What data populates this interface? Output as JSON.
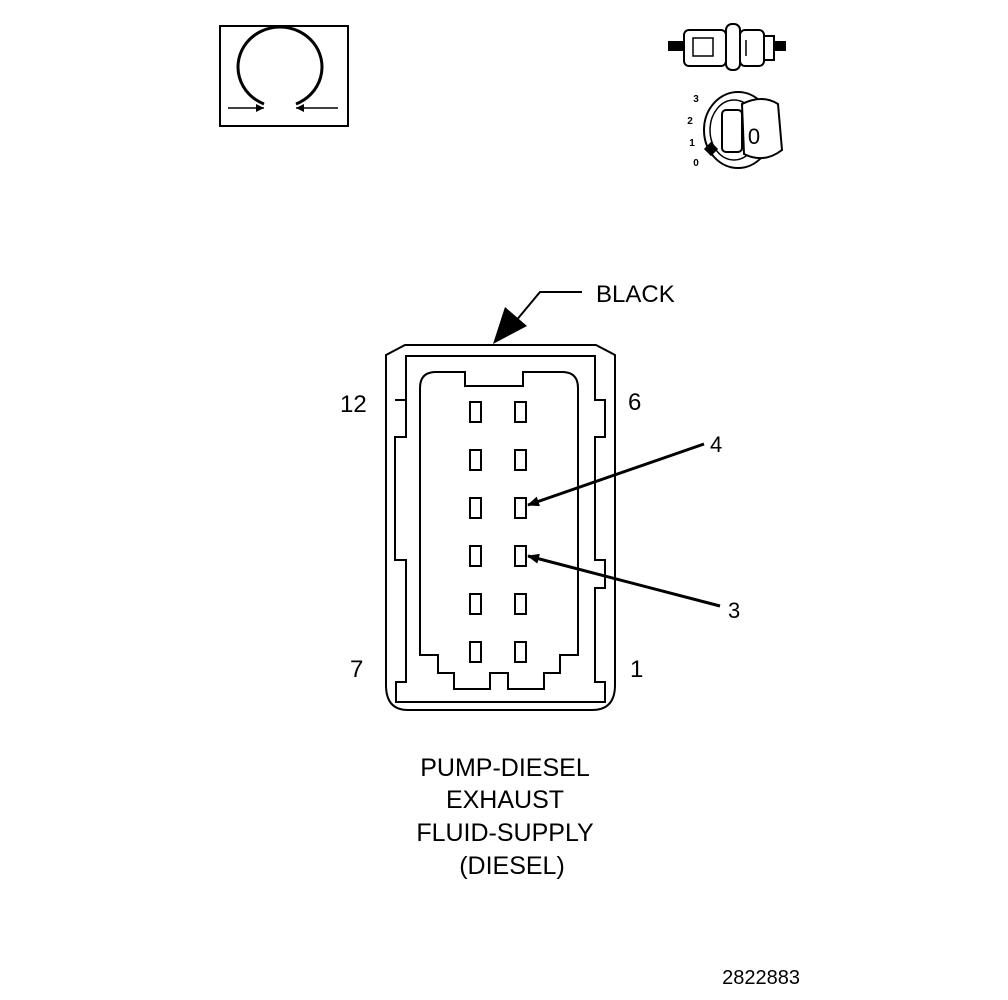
{
  "connector": {
    "color_callout": "BLACK",
    "corner_labels": {
      "top_left": "12",
      "top_right": "6",
      "bottom_left": "7",
      "bottom_right": "1"
    },
    "pin_callouts": [
      {
        "label": "4"
      },
      {
        "label": "3"
      }
    ],
    "caption_lines": [
      "PUMP-DIESEL",
      "EXHAUST",
      "FLUID-SUPPLY",
      "(DIESEL)"
    ]
  },
  "icons": {
    "disconnect_icon": "circular-arrow-icon",
    "connector_icon": "connector-icon",
    "ignition_icon": "ignition-key-icon",
    "ignition_scale": [
      "3",
      "2",
      "1",
      "0"
    ],
    "key_position": "0"
  },
  "figure_number": "2822883"
}
